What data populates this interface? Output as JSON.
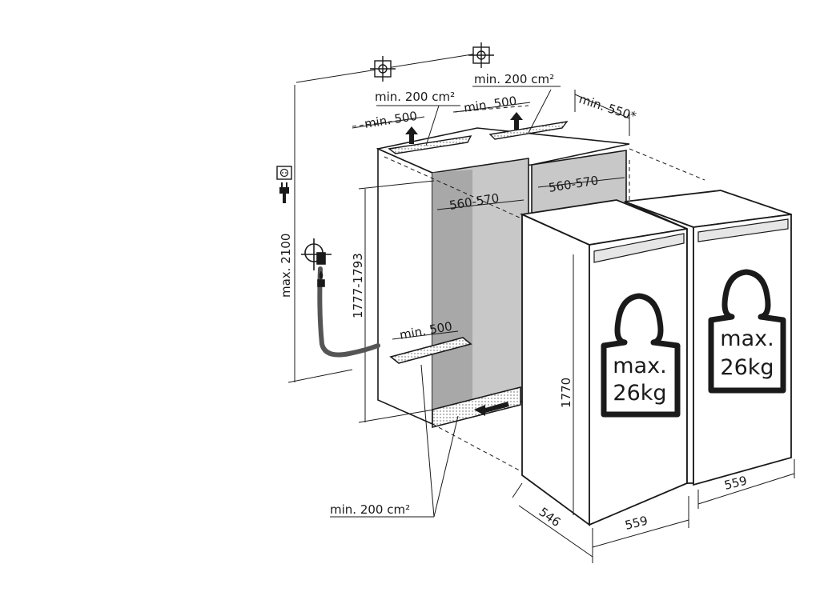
{
  "labels": {
    "vent_top_left": "min. 200 cm²",
    "vent_top_right": "min. 200 cm²",
    "vent_bottom": "min. 200 cm²",
    "depth_top_left": "min. 500",
    "depth_top_right": "min. 500",
    "depth_bottom": "min. 500",
    "depth_side": "min. 550*",
    "niche_width_left": "560-570",
    "niche_width_right": "560-570",
    "niche_height": "1777-1793",
    "max_height": "max. 2100",
    "appliance_height": "1770",
    "appliance_width_front": "559",
    "appliance_width_right": "559",
    "appliance_depth": "546"
  },
  "weights": [
    {
      "line1": "max.",
      "line2": "26kg"
    },
    {
      "line1": "max.",
      "line2": "26kg"
    }
  ],
  "icons": {
    "socket": "power-socket-icon",
    "plug": "power-plug-icon",
    "water": "water-tap-icon",
    "crosshair": "ceiling-mount-crosshair-icon"
  },
  "colors": {
    "line": "#1a1a1a",
    "niche_inner": "#c4c4c4",
    "niche_side": "#a8a8a8",
    "hose": "#555555"
  }
}
